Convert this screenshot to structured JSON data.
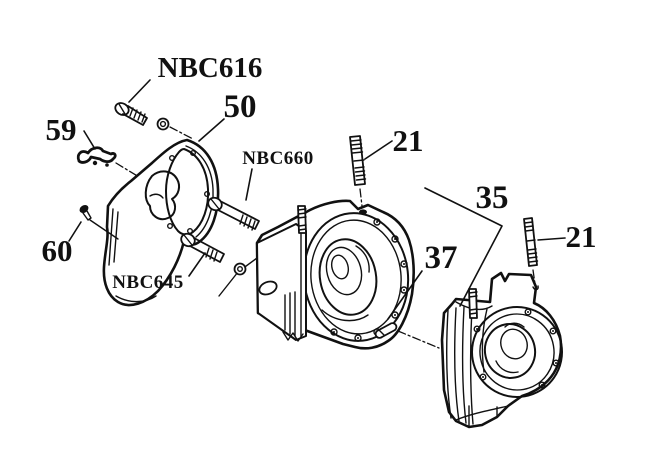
{
  "diagram": {
    "background": "#ffffff",
    "ink": "#111111",
    "labels": {
      "nbc616": "NBC616",
      "part50": "50",
      "part59": "59",
      "part60": "60",
      "nbc660": "NBC660",
      "nbc645": "NBC645",
      "part21_left": "21",
      "part21_right": "21",
      "part35": "35",
      "part37": "37"
    }
  }
}
